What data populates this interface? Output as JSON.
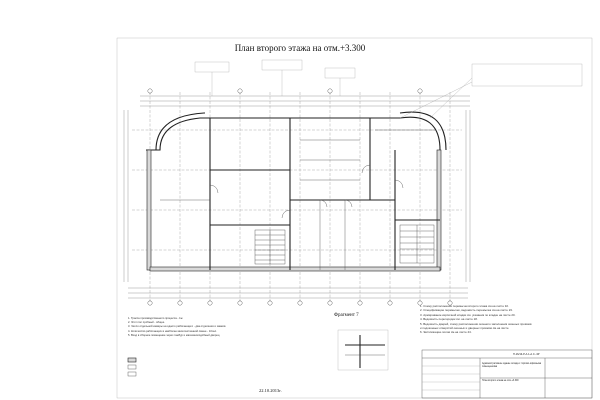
{
  "drawing": {
    "title": "План  второго этажа на отм.+3.300",
    "fragment_title": "Фрагмент 7",
    "date": "22.10.2013г.",
    "document_code": "П-16/13-Р-А.1-А.С.-3Р",
    "title_block_description": "Административное здание склада с торгово-офисными помещениями",
    "sheet_name": "План второго этажа на отм.+3.300",
    "notes_left": [
      "1. Трасса производственного процесса - 1ж.",
      "2. Этот пол пробный - общее.",
      "3. Число отдельной камеры на одного работающего - два отделения и замков.",
      "4. Количество работающих в наиболее многочисленной смене - 10чел.",
      "5. Вход в сборное помещение через тамбур и магазиноподобный дворец."
    ],
    "notes_right": [
      "1. Схему расположения перемычек второго этажа см.на листе 32.",
      "2. Спецификацию перемычек, ведомость перемычек см.на листе 23.",
      "3. Армирование кирпичной кладки см. указания по кладке на листе 20.",
      "4. Ведомость перегородок см. на листе 18.",
      "5. Ведомость дверей, схему расположения оконного заполнения оконных проёмов",
      "   и подоконных отверстий оконных и дверных проёмов см.на листе",
      "6. Экспликацию полов см.на листе 44."
    ]
  },
  "colors": {
    "background": "#ffffff",
    "line": "#222222",
    "hatch": "#d9d9d9"
  }
}
